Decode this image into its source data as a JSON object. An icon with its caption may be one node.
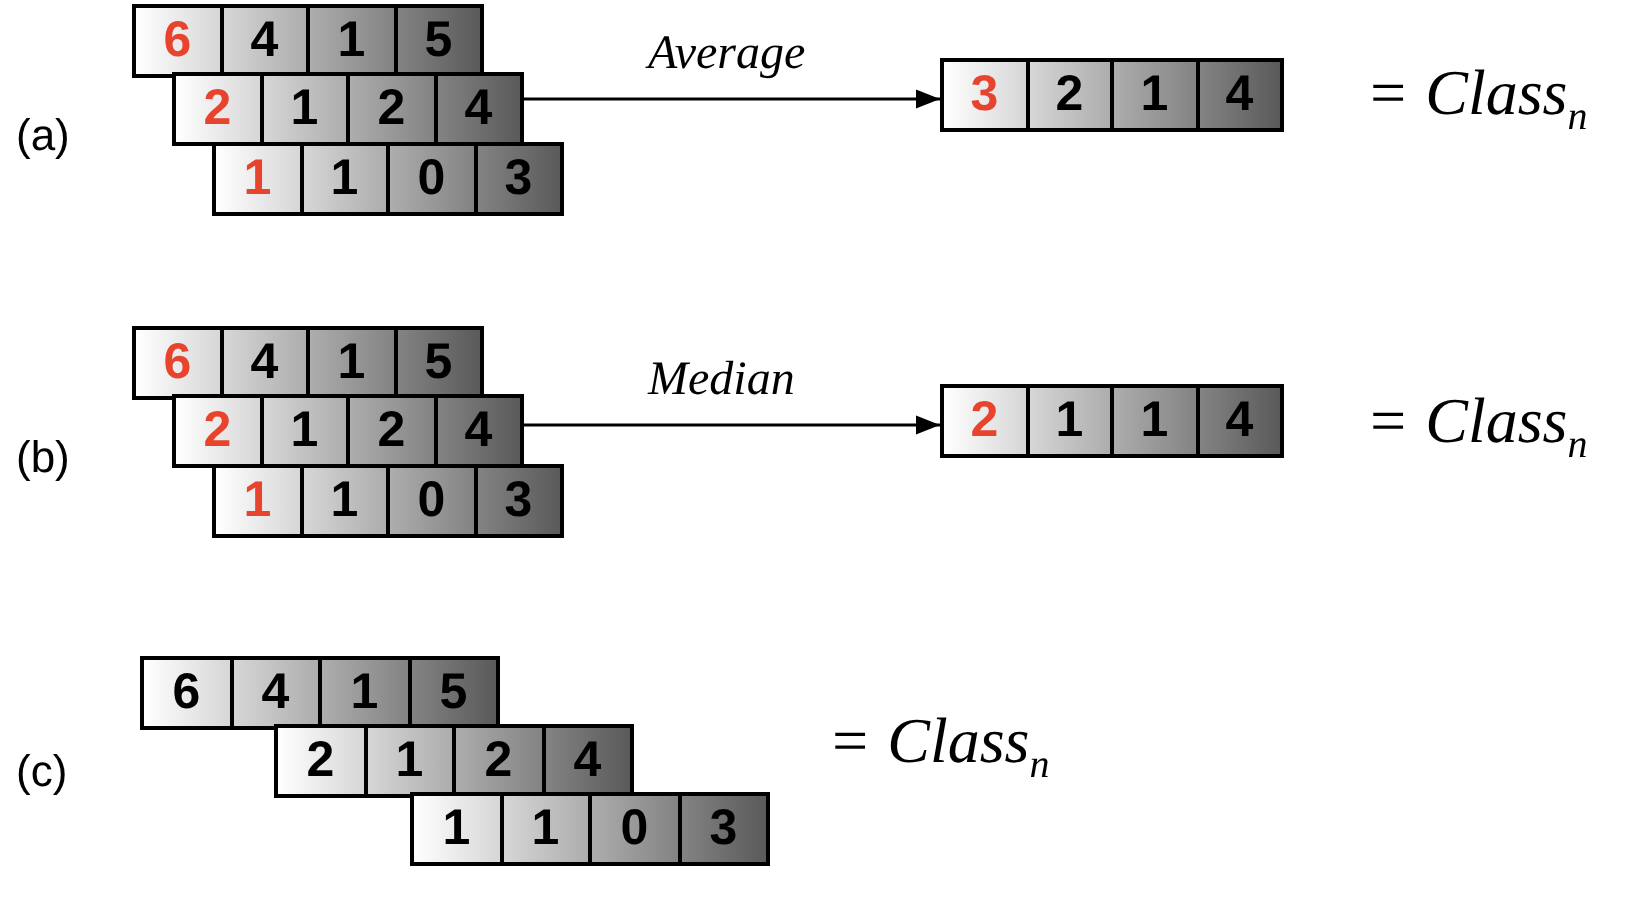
{
  "diagram": {
    "nodes": [
      {
        "text": [
          "6",
          "4",
          "1",
          "5"
        ]
      },
      {
        "text": [
          "2",
          "1",
          "2",
          "4"
        ]
      },
      {
        "text": [
          "1",
          "1",
          "0",
          "3"
        ]
      },
      {
        "text": [
          "3",
          "2",
          "1",
          "4"
        ]
      },
      {
        "text": [
          "6",
          "4",
          "1",
          "5"
        ]
      },
      {
        "text": [
          "2",
          "1",
          "2",
          "4"
        ]
      },
      {
        "text": [
          "1",
          "1",
          "0",
          "3"
        ]
      },
      {
        "text": [
          "2",
          "1",
          "1",
          "4"
        ]
      },
      {
        "text": [
          "6",
          "4",
          "1",
          "5"
        ]
      },
      {
        "text": [
          "2",
          "1",
          "2",
          "4"
        ]
      },
      {
        "text": [
          "1",
          "1",
          "0",
          "3"
        ]
      }
    ],
    "edges": [
      {
        "from": 1,
        "to": 3,
        "arrow": "to",
        "label": "Average"
      },
      {
        "from": 5,
        "to": 7,
        "arrow": "to",
        "label": "Median"
      }
    ],
    "labels": [
      "(a)",
      "= Class$_{n}$",
      "(b)",
      "= Class$_{n}$",
      "(c)",
      "= Class$_{n}$"
    ]
  }
}
